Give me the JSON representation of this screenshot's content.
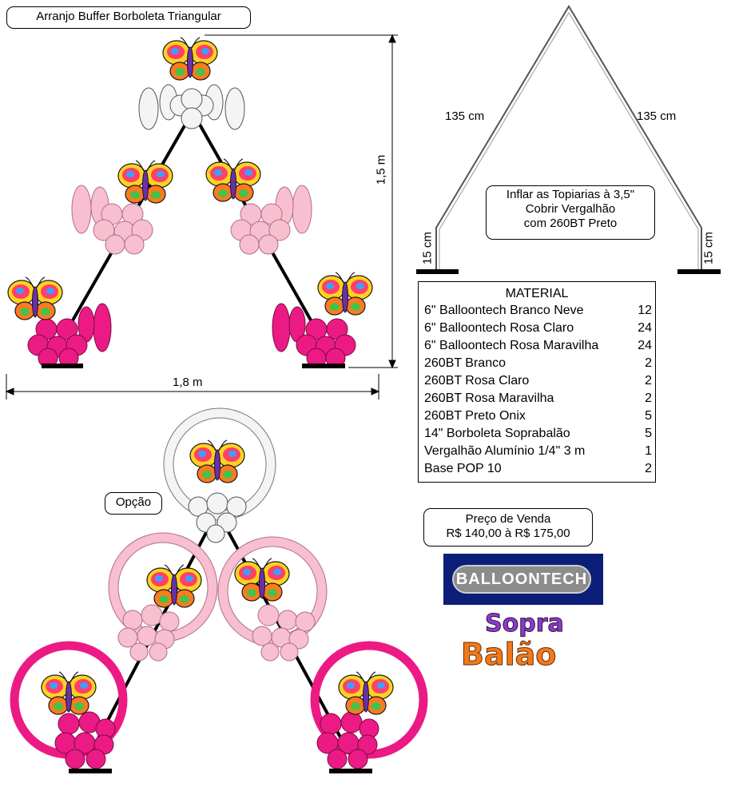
{
  "title": "Arranjo Buffer Borboleta Triangular",
  "dimensions": {
    "height": "1,5 m",
    "width": "1,8 m"
  },
  "frame": {
    "left_arm": "135 cm",
    "right_arm": "135 cm",
    "left_leg": "15 cm",
    "right_leg": "15 cm"
  },
  "instructions": [
    "Inflar as Topiarias à 3,5\"",
    "Cobrir Vergalhão",
    "com 260BT Preto"
  ],
  "material": {
    "heading": "MATERIAL",
    "items": [
      {
        "name": "6\" Balloontech Branco Neve",
        "qty": "12"
      },
      {
        "name": "6\" Balloontech Rosa Claro",
        "qty": "24"
      },
      {
        "name": "6\" Balloontech Rosa Maravilha",
        "qty": "24"
      },
      {
        "name": "260BT Branco",
        "qty": "2"
      },
      {
        "name": "260BT Rosa Claro",
        "qty": "2"
      },
      {
        "name": "260BT Rosa Maravilha",
        "qty": "2"
      },
      {
        "name": "260BT Preto Onix",
        "qty": "5"
      },
      {
        "name": "14\" Borboleta Soprabalão",
        "qty": "5"
      },
      {
        "name": "Vergalhão Alumínio 1/4\" 3 m",
        "qty": "1"
      },
      {
        "name": "Base POP 10",
        "qty": "2"
      }
    ]
  },
  "option_label": "Opção",
  "price": {
    "label": "Preço de Venda",
    "value": "R$ 140,00 à R$ 175,00"
  },
  "logos": {
    "balloontech": "BALLOONTECH",
    "soprabalao_line1": "Sopra",
    "soprabalao_line2": "Balão"
  },
  "colors": {
    "white_balloon": "#f4f4f4",
    "light_pink": "#f7bfd0",
    "hot_pink": "#ec1a84",
    "frame_black": "#000000"
  }
}
